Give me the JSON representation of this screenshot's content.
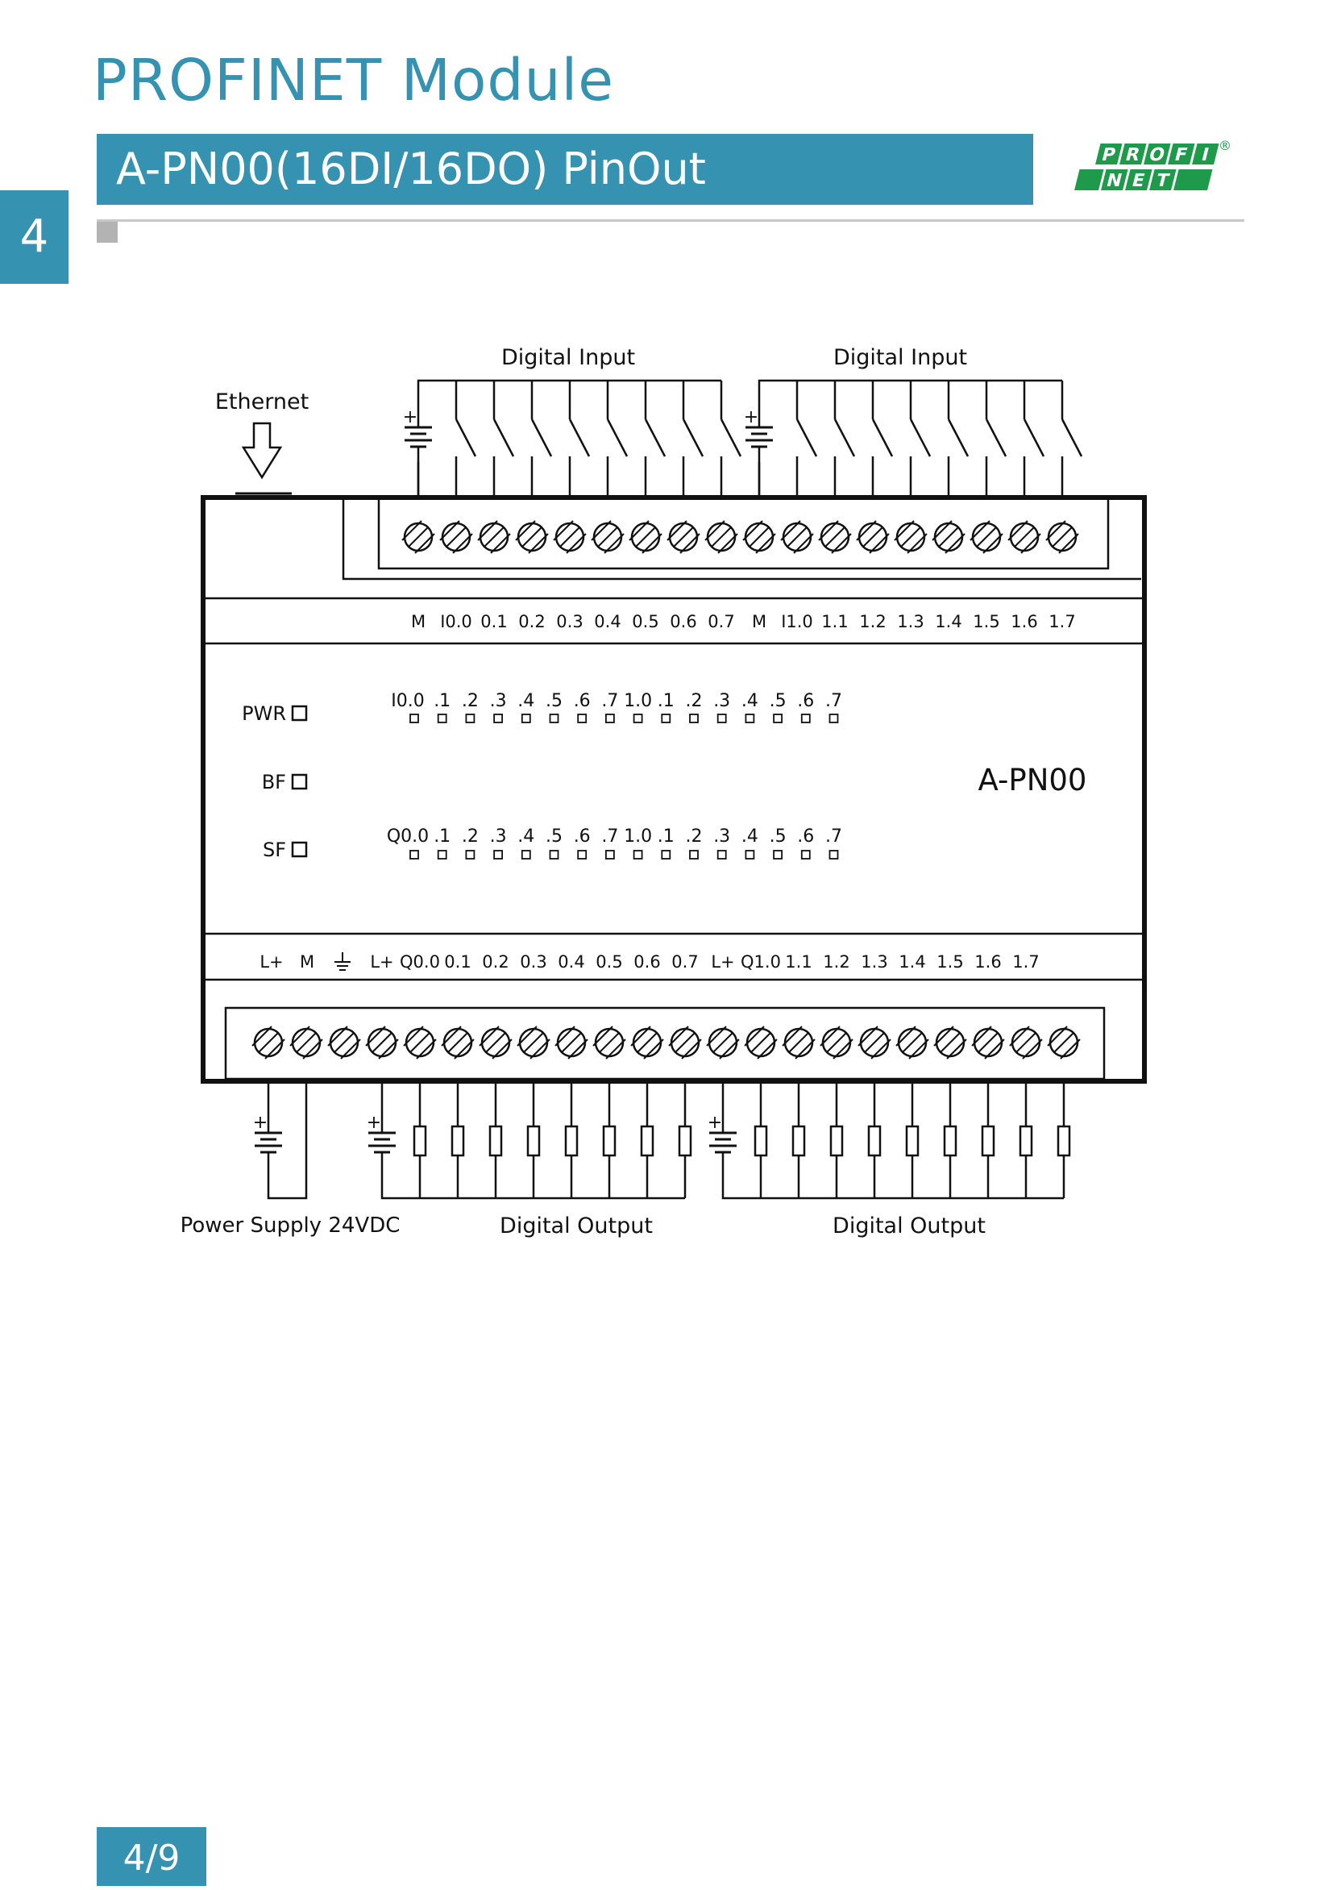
{
  "header": {
    "title": "PROFINET Module",
    "subtitle": "A-PN00(16DI/16DO) PinOut",
    "chapter": "4",
    "logo_text": {
      "line1": "PROFI",
      "line2": "NET",
      "reg": "®"
    }
  },
  "diagram": {
    "module_name": "A-PN00",
    "ethernet_label": "Ethernet",
    "digital_input_labels": [
      "Digital Input",
      "Digital Input"
    ],
    "digital_output_labels": [
      "Digital Output",
      "Digital Output"
    ],
    "power_supply_label": "Power Supply 24VDC",
    "led_labels": [
      "PWR",
      "BF",
      "SF"
    ],
    "top_terminals": [
      "M",
      "I0.0",
      "0.1",
      "0.2",
      "0.3",
      "0.4",
      "0.5",
      "0.6",
      "0.7",
      "M",
      "I1.0",
      "1.1",
      "1.2",
      "1.3",
      "1.4",
      "1.5",
      "1.6",
      "1.7"
    ],
    "bottom_terminals_power": [
      "L+",
      "M"
    ],
    "bottom_terminals": [
      "L+",
      "Q0.0",
      "0.1",
      "0.2",
      "0.3",
      "0.4",
      "0.5",
      "0.6",
      "0.7",
      "L+",
      "Q1.0",
      "1.1",
      "1.2",
      "1.3",
      "1.4",
      "1.5",
      "1.6",
      "1.7"
    ],
    "input_leds": [
      "I0.0",
      ".1",
      ".2",
      ".3",
      ".4",
      ".5",
      ".6",
      ".7",
      "1.0",
      ".1",
      ".2",
      ".3",
      ".4",
      ".5",
      ".6",
      ".7"
    ],
    "output_leds": [
      "Q0.0",
      ".1",
      ".2",
      ".3",
      ".4",
      ".5",
      ".6",
      ".7",
      "1.0",
      ".1",
      ".2",
      ".3",
      ".4",
      ".5",
      ".6",
      ".7"
    ],
    "battery_plus": "+"
  },
  "footer": {
    "page": "4/9"
  },
  "colors": {
    "accent": "#3592b1",
    "logo_green": "#1e9a4a"
  }
}
